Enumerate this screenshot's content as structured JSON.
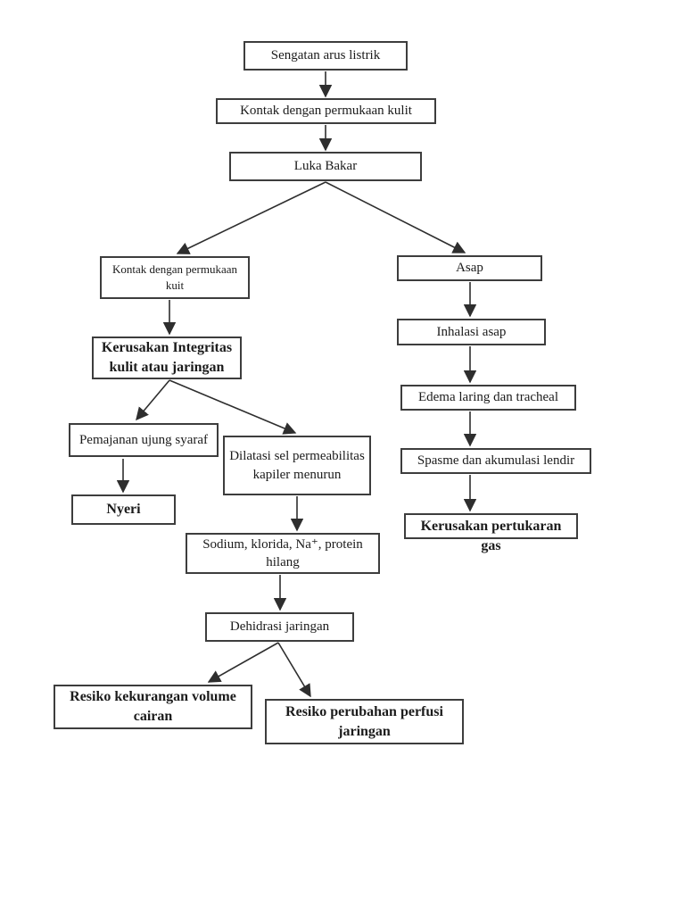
{
  "diagram": {
    "colors": {
      "box_border": "#3d3d3d",
      "text": "#1b1b1b",
      "arrow": "#2e2e2e",
      "background": "#ffffff"
    },
    "nodes": {
      "sengatan_arus_listrik": {
        "label": "Sengatan arus listrik"
      },
      "kontak_permukaan_kulit": {
        "label": "Kontak dengan permukaan kulit"
      },
      "luka_bakar": {
        "label": "Luka Bakar"
      },
      "kontak_permukaan_kuit": {
        "label": "Kontak dengan permukaan kuit"
      },
      "kerusakan_integritas": {
        "label": "Kerusakan Integritas kulit atau jaringan"
      },
      "pemajanan_ujung_syaraf": {
        "label": "Pemajanan ujung syaraf"
      },
      "nyeri": {
        "label": "Nyeri"
      },
      "dilatasi_sel": {
        "label": "Dilatasi sel permeabilitas kapiler menurun"
      },
      "sodium_hilang": {
        "label": "Sodium, klorida, Na⁺, protein hilang"
      },
      "dehidrasi_jaringan": {
        "label": "Dehidrasi jaringan"
      },
      "resiko_kekurangan_volume": {
        "label": "Resiko kekurangan volume cairan"
      },
      "resiko_perubahan_perfusi": {
        "label": "Resiko perubahan perfusi jaringan"
      },
      "asap": {
        "label": "Asap"
      },
      "inhalasi_asap": {
        "label": "Inhalasi asap"
      },
      "edema_laring_tracheal": {
        "label": "Edema laring dan tracheal"
      },
      "spasme_akumulasi_lendir": {
        "label": "Spasme dan akumulasi lendir"
      },
      "kerusakan_pertukaran_gas": {
        "label": "Kerusakan pertukaran gas"
      }
    }
  }
}
